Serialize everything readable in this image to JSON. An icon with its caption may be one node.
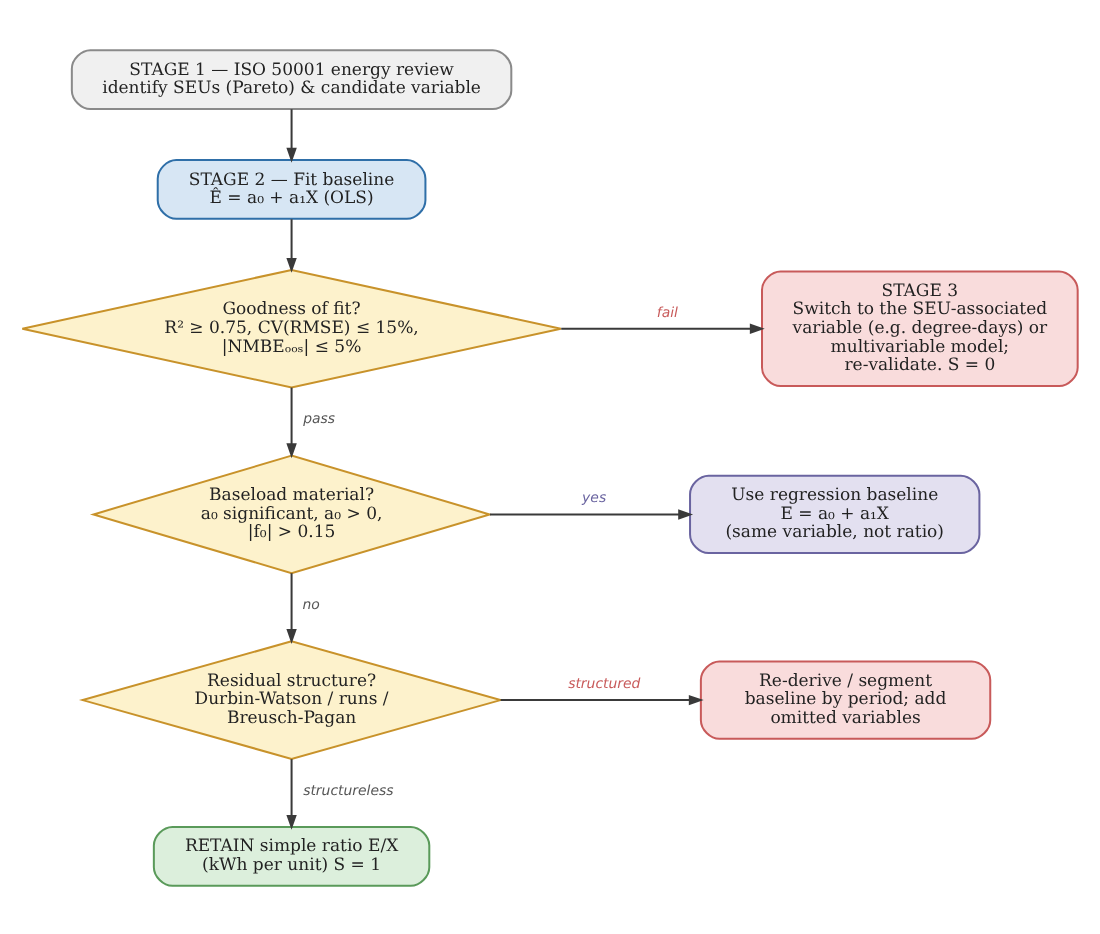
{
  "diagram": {
    "nodes": [
      {
        "text": [
          "STAGE 1 — ISO 50001 energy review",
          "identify SEUs (Pareto) & candidate variable"
        ]
      },
      {
        "text": [
          "STAGE 2 — Fit baseline",
          "Ê = a₀ + a₁X (OLS)"
        ]
      },
      {
        "text": [
          "Goodness of fit?",
          "R² ≥ 0.75, CV(RMSE) ≤ 15%, |NMBEₒₒₛ| ≤ 5%"
        ]
      },
      {
        "text": [
          "STAGE 3",
          "Switch to the SEU-associated variable (e.g. degree-days) or multivariable model; re-validate. S = 0"
        ]
      },
      {
        "text": [
          "Baseload material?",
          "a₀ significant, a₀ > 0, |f₀| > 0.15"
        ]
      },
      {
        "text": [
          "Use regression baseline",
          "E = a₀ + a₁X",
          "(same variable, not ratio)"
        ]
      },
      {
        "text": [
          "Residual structure?",
          "Durbin-Watson / runs / Breusch-Pagan"
        ]
      },
      {
        "text": [
          "Re-derive / segment baseline by period; add omitted variables"
        ]
      },
      {
        "text": [
          "RETAIN simple ratio E/X",
          "(kWh per unit) S = 1"
        ]
      }
    ],
    "edges": [
      {
        "from": 0,
        "to": 1,
        "arrow": "to"
      },
      {
        "from": 1,
        "to": 2,
        "arrow": "to"
      },
      {
        "from": 2,
        "to": 3,
        "arrow": "to",
        "label": "fail"
      },
      {
        "from": 2,
        "to": 4,
        "arrow": "to",
        "label": "pass"
      },
      {
        "from": 4,
        "to": 5,
        "arrow": "to",
        "label": "yes"
      },
      {
        "from": 4,
        "to": 6,
        "arrow": "to",
        "label": "no"
      },
      {
        "from": 6,
        "to": 7,
        "arrow": "to",
        "label": "structured"
      },
      {
        "from": 6,
        "to": 8,
        "arrow": "to",
        "label": "structureless"
      }
    ]
  }
}
